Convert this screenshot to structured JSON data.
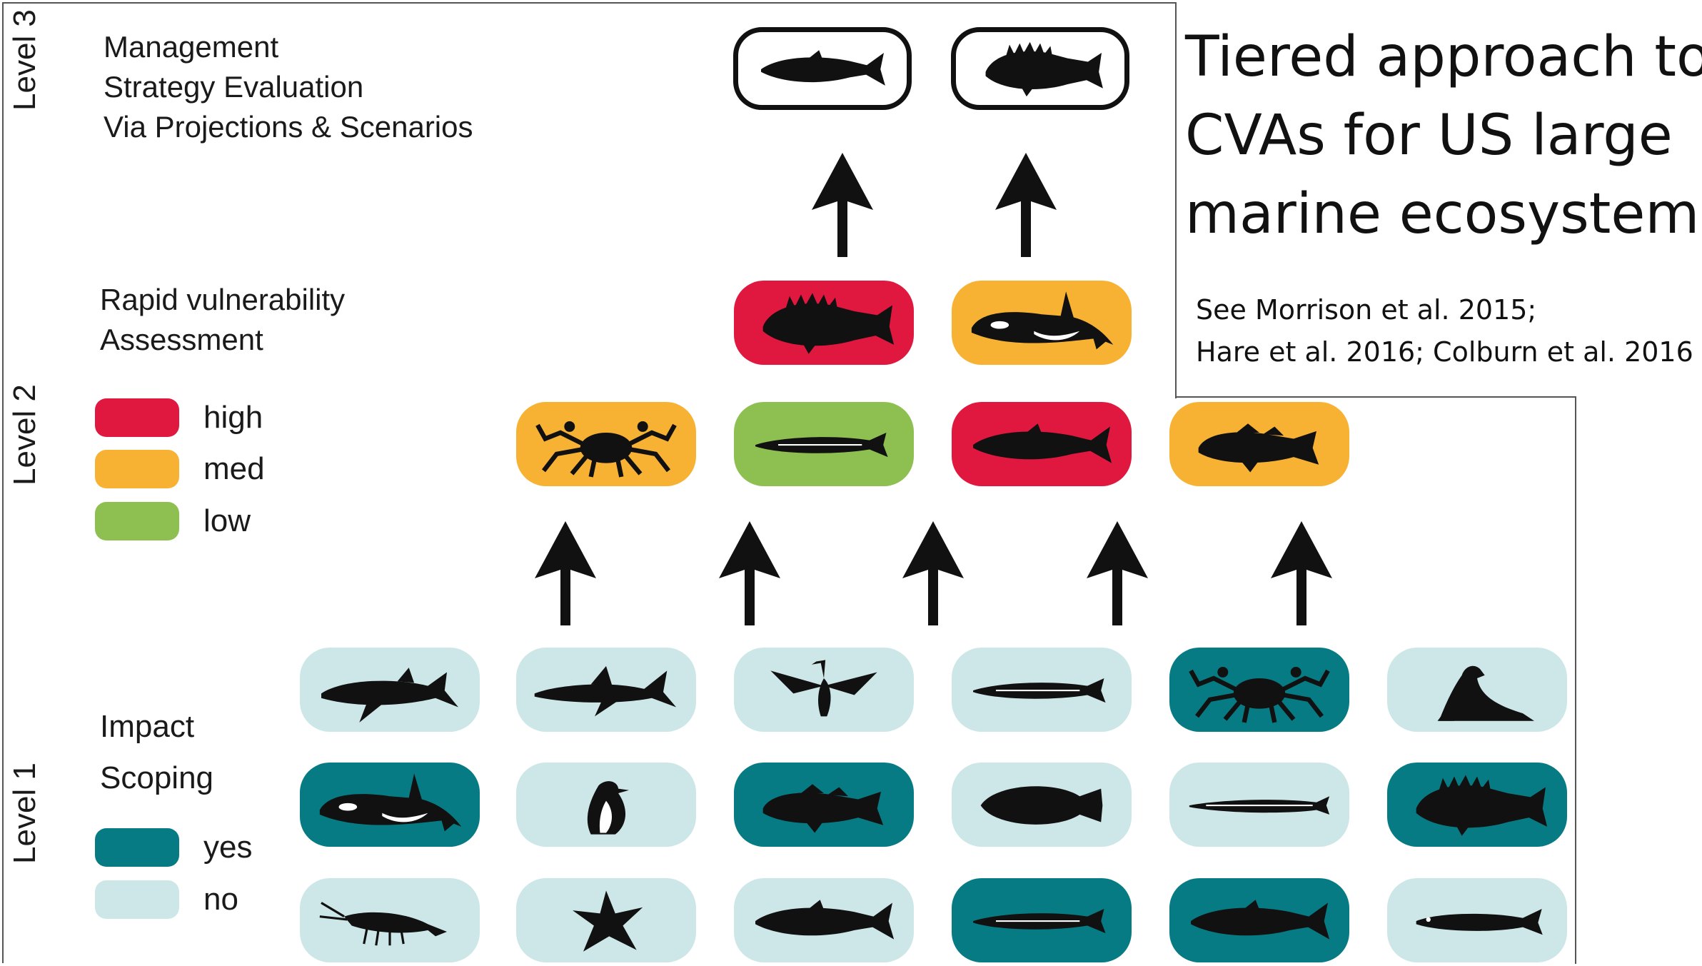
{
  "title": {
    "lines": [
      "Tiered approach to",
      "CVAs for US large",
      "marine ecosystems"
    ]
  },
  "references": [
    "See Morrison et al. 2015;",
    "Hare et al. 2016; Colburn et al. 2016"
  ],
  "levels": {
    "level3": {
      "label": "Level 3",
      "text": [
        "Management",
        "Strategy Evaluation",
        "Via Projections & Scenarios"
      ]
    },
    "level2": {
      "label": "Level 2",
      "text": [
        "Rapid vulnerability",
        "Assessment"
      ],
      "legend": [
        {
          "label": "high",
          "color": "#e0173f"
        },
        {
          "label": "med",
          "color": "#f8b233"
        },
        {
          "label": "low",
          "color": "#8dc051"
        }
      ]
    },
    "level1": {
      "label": "Level 1",
      "text": [
        "Impact",
        "Scoping"
      ],
      "legend": [
        {
          "label": "yes",
          "color": "#077b83"
        },
        {
          "label": "no",
          "color": "#cde7e8"
        }
      ]
    }
  },
  "tiles": {
    "level3": [
      {
        "species": "salmon-icon"
      },
      {
        "species": "rockfish-icon"
      }
    ],
    "level2_top": [
      {
        "species": "rockfish-icon",
        "rating": "high"
      },
      {
        "species": "orca-icon",
        "rating": "med"
      }
    ],
    "level2_row": [
      {
        "species": "crab-icon",
        "rating": "med"
      },
      {
        "species": "herring-icon",
        "rating": "low"
      },
      {
        "species": "salmon-icon",
        "rating": "high"
      },
      {
        "species": "cod-icon",
        "rating": "med"
      }
    ],
    "level1": [
      [
        {
          "species": "sixgill-shark-icon",
          "flag": "no"
        },
        {
          "species": "shark-icon",
          "flag": "no"
        },
        {
          "species": "cormorant-icon",
          "flag": "no"
        },
        {
          "species": "herring-icon",
          "flag": "no"
        },
        {
          "species": "crab-icon",
          "flag": "yes"
        },
        {
          "species": "sea-lion-icon",
          "flag": "no"
        }
      ],
      [
        {
          "species": "orca-icon",
          "flag": "yes"
        },
        {
          "species": "murre-icon",
          "flag": "no"
        },
        {
          "species": "cod-icon",
          "flag": "yes"
        },
        {
          "species": "flatfish-icon",
          "flag": "no"
        },
        {
          "species": "sand-lance-icon",
          "flag": "no"
        },
        {
          "species": "rockfish-icon",
          "flag": "yes"
        }
      ],
      [
        {
          "species": "shrimp-icon",
          "flag": "no"
        },
        {
          "species": "starfish-icon",
          "flag": "no"
        },
        {
          "species": "salmon-icon",
          "flag": "no"
        },
        {
          "species": "herring-icon",
          "flag": "yes"
        },
        {
          "species": "salmon-icon",
          "flag": "yes"
        },
        {
          "species": "anchovy-icon",
          "flag": "no"
        }
      ]
    ]
  }
}
